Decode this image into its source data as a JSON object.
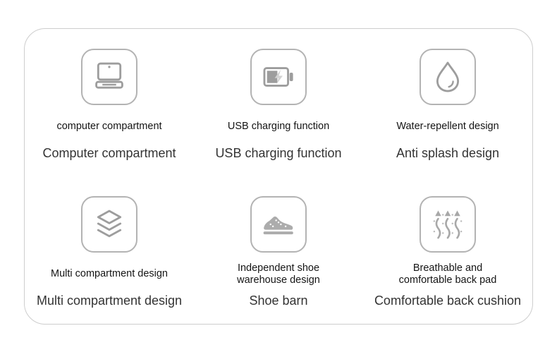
{
  "panel": {
    "background": "#ffffff",
    "border_color": "#cdcdcd",
    "icon_color": "#9d9d9d",
    "subtitle_color": "#141414",
    "title_color": "#333333"
  },
  "features": [
    {
      "icon": "laptop-icon",
      "subtitle": "computer compartment",
      "title": "Computer compartment"
    },
    {
      "icon": "usb-charging-battery-icon",
      "subtitle": "USB charging function",
      "title": "USB charging function"
    },
    {
      "icon": "water-droplet-icon",
      "subtitle": "Water-repellent design",
      "title": "Anti splash design"
    },
    {
      "icon": "layers-icon",
      "subtitle": "Multi compartment design",
      "title": "Multi compartment design"
    },
    {
      "icon": "sneaker-icon",
      "subtitle": "Independent shoe\nwarehouse design",
      "title": "Shoe barn"
    },
    {
      "icon": "breathable-arrows-icon",
      "subtitle": "Breathable and\ncomfortable back pad",
      "title": "Comfortable back cushion"
    }
  ]
}
